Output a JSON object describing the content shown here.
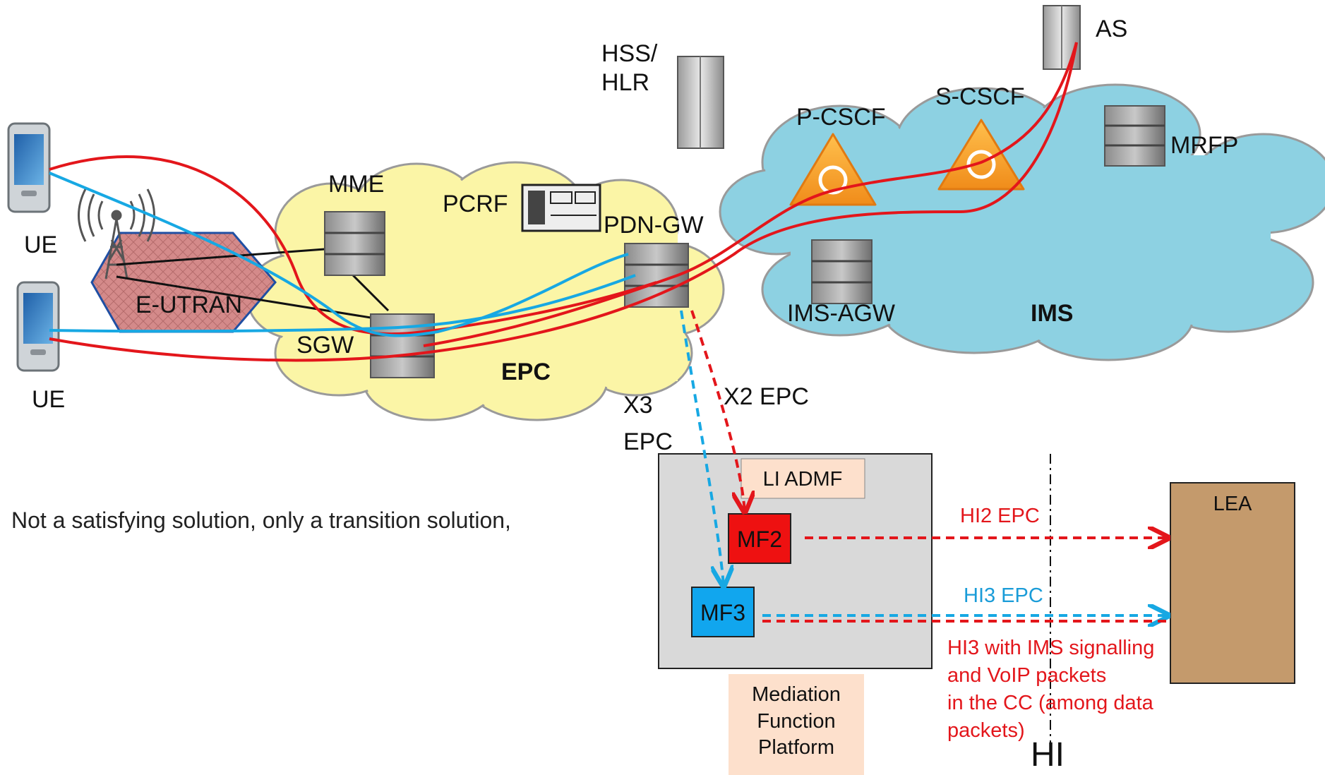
{
  "colors": {
    "red": "#e3161b",
    "blue": "#17a8e3",
    "epc_cloud": "#fbf5a6",
    "ims_cloud": "#8dd1e2",
    "eutran": "#d99191",
    "mediation_box": "#d9d9d9",
    "lea_box": "#c49a6c",
    "mf2": "#ee1111",
    "mf3": "#11a6ee",
    "li_admf": "#fde0cc",
    "mediation_label": "#fde0cc"
  },
  "icons": [
    "phone-icon",
    "antenna-icon",
    "server-icon",
    "rack-server-icon",
    "pcrf-device-icon",
    "cscf-icon"
  ],
  "labels": {
    "ue_top": "UE",
    "ue_bottom": "UE",
    "eutran": "E-UTRAN",
    "mme": "MME",
    "pcrf": "PCRF",
    "pdn_gw": "PDN-GW",
    "sgw": "SGW",
    "epc": "EPC",
    "hss_line1": "HSS/",
    "hss_line2": "HLR",
    "pcscf": "P-CSCF",
    "scscf": "S-CSCF",
    "as": "AS",
    "mrfp": "MRFP",
    "ims_agw": "IMS-AGW",
    "ims": "IMS",
    "x3_line1": "X3",
    "x3_line2": "EPC",
    "x2": "X2 EPC",
    "li_admf": "LI ADMF",
    "mf2": "MF2",
    "mf3": "MF3",
    "mediation_line1": "Mediation",
    "mediation_line2": "Function",
    "mediation_line3": "Platform",
    "lea": "LEA",
    "hi2": "HI2 EPC",
    "hi3": "HI3 EPC",
    "hi3_note_line1": "HI3 with IMS signalling",
    "hi3_note_line2": "and  VoIP packets",
    "hi3_note_line3": "in the CC (among data",
    "hi3_note_line4": "packets)",
    "hi": "HI",
    "note": "Not a satisfying solution, only a transition solution,"
  }
}
